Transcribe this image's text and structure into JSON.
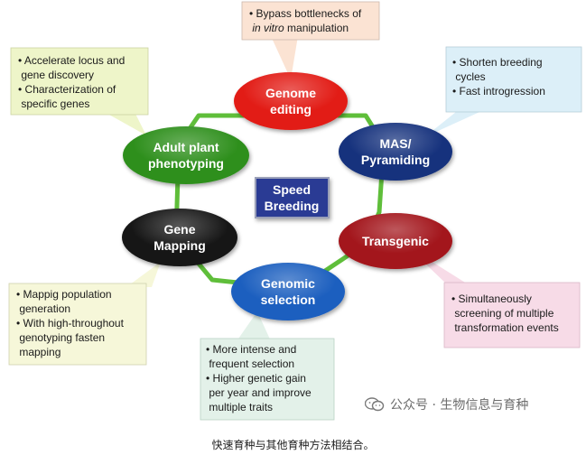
{
  "center": {
    "lines": [
      "Speed",
      "Breeding"
    ]
  },
  "nodes": [
    {
      "id": "genome-editing",
      "lines": [
        "Genome",
        "editing"
      ]
    },
    {
      "id": "mas-pyramiding",
      "lines": [
        "MAS/",
        "Pyramiding"
      ]
    },
    {
      "id": "transgenic",
      "lines": [
        "Transgenic"
      ]
    },
    {
      "id": "genomic-selection",
      "lines": [
        "Genomic",
        "selection"
      ]
    },
    {
      "id": "gene-mapping",
      "lines": [
        "Gene",
        "Mapping"
      ]
    },
    {
      "id": "adult-plant-phenotyping",
      "lines": [
        "Adult plant",
        "phenotyping"
      ]
    }
  ],
  "callouts": [
    {
      "id": "genome-editing-benefits",
      "lines": [
        {
          "text": "• Bypass bottlenecks of"
        },
        {
          "pre": "  ",
          "italic": "in vitro",
          "post": " manipulation"
        }
      ]
    },
    {
      "id": "mas-benefits",
      "lines": [
        {
          "text": "• Shorten breeding"
        },
        {
          "text": "  cycles"
        },
        {
          "text": "• Fast introgression"
        }
      ]
    },
    {
      "id": "transgenic-benefits",
      "lines": [
        {
          "text": "• Simultaneously"
        },
        {
          "text": "  screening of multiple"
        },
        {
          "text": "  transformation events"
        }
      ]
    },
    {
      "id": "genomic-selection-benefits",
      "lines": [
        {
          "text": "• More intense and"
        },
        {
          "text": "  frequent selection"
        },
        {
          "text": "• Higher genetic gain"
        },
        {
          "text": "  per year and improve"
        },
        {
          "text": "  multiple traits"
        }
      ]
    },
    {
      "id": "gene-mapping-benefits",
      "lines": [
        {
          "text": "• Mappig population"
        },
        {
          "text": "  generation"
        },
        {
          "text": "• With high-throughout"
        },
        {
          "text": "  genotyping fasten"
        },
        {
          "text": "  mapping"
        }
      ]
    },
    {
      "id": "phenotyping-benefits",
      "lines": [
        {
          "text": "• Accelerate locus and"
        },
        {
          "text": "  gene discovery"
        },
        {
          "text": "• Characterization of"
        },
        {
          "text": "  specific genes"
        }
      ]
    }
  ],
  "colors": {
    "ring": "#5fbe3a",
    "center_fill": "#2b3b94",
    "center_border": "#9aa0b8",
    "nodes": {
      "genome-editing": "#e21d17",
      "mas-pyramiding": "#14307d",
      "transgenic": "#a3141a",
      "genomic-selection": "#1c5fbf",
      "gene-mapping": "#161616",
      "adult-plant-phenotyping": "#2f8f1f"
    },
    "callouts": {
      "genome-editing-benefits": "#fbe3d3",
      "mas-benefits": "#dceff8",
      "transgenic-benefits": "#f7dbe7",
      "genomic-selection-benefits": "#e3f1e9",
      "gene-mapping-benefits": "#f6f7d9",
      "phenotyping-benefits": "#eef5c9"
    }
  },
  "watermark": {
    "text": "公众号 · 生物信息与育种",
    "icon": "wechat-icon"
  },
  "caption": "快速育种与其他育种方法相结合。"
}
